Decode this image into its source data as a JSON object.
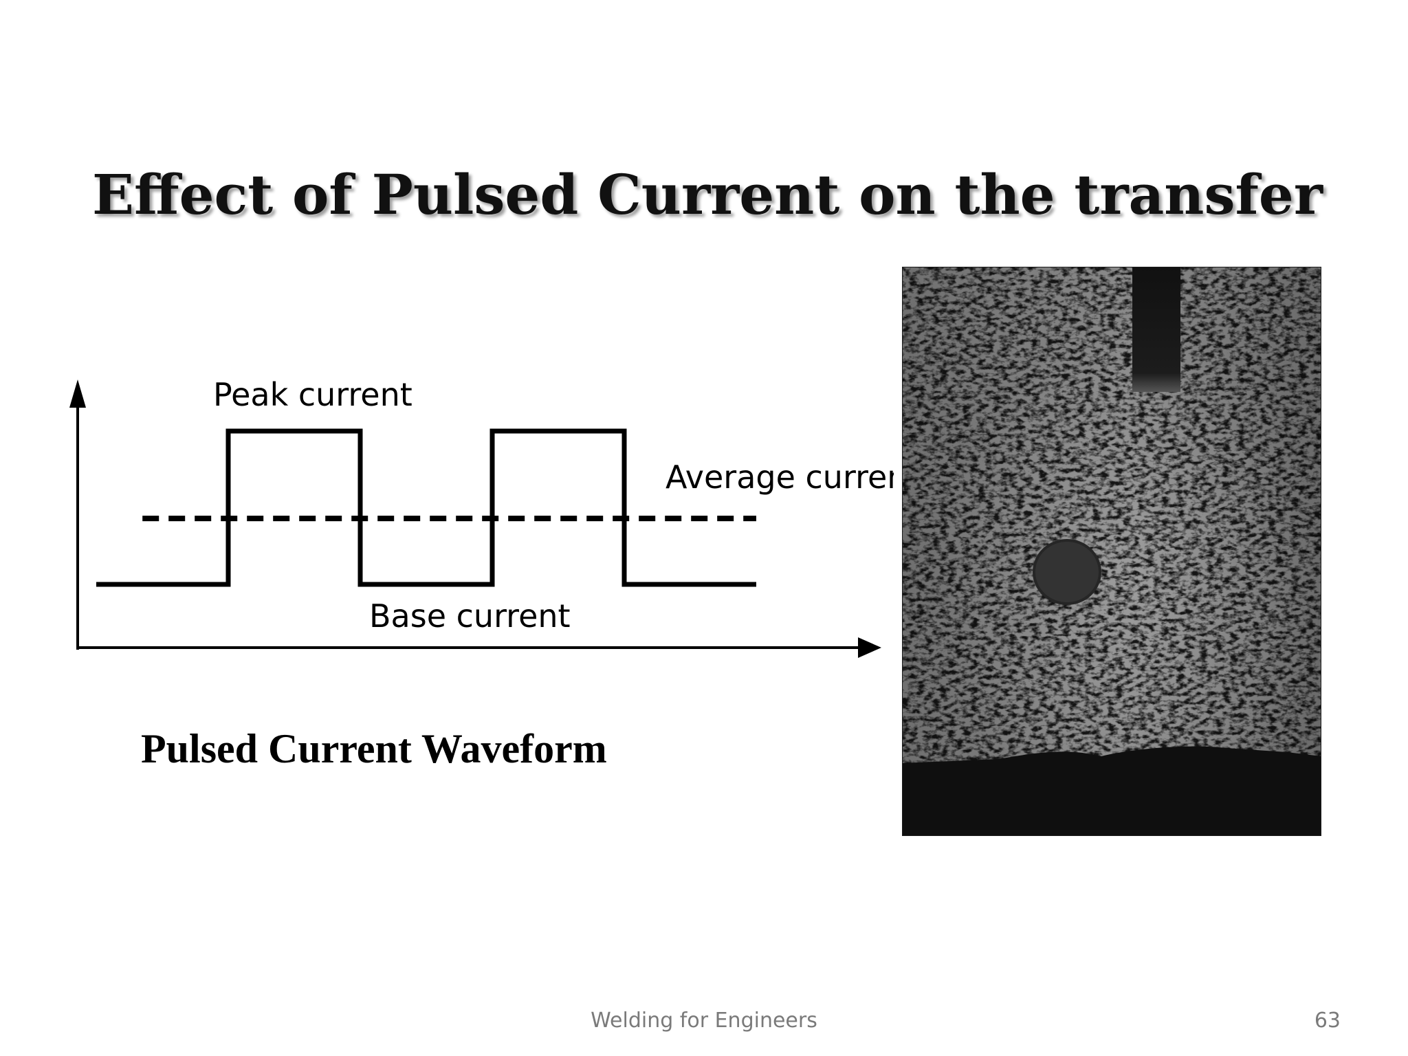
{
  "slide": {
    "title": "Effect of  Pulsed Current on the transfer",
    "caption": "Pulsed Current Waveform",
    "footer": "Welding for Engineers",
    "page_number": "63"
  },
  "diagram": {
    "labels": {
      "peak": "Peak current",
      "average": "Average current",
      "base": "Base current"
    },
    "levels": {
      "peak": 1.0,
      "average": 0.43,
      "base": 0.0
    },
    "pulses": [
      {
        "start": 0.2,
        "end": 0.4
      },
      {
        "start": 0.6,
        "end": 0.8
      }
    ],
    "line_color": "#000000"
  },
  "photo": {
    "subject": "droplet-transfer-image",
    "tone": "grayscale"
  }
}
